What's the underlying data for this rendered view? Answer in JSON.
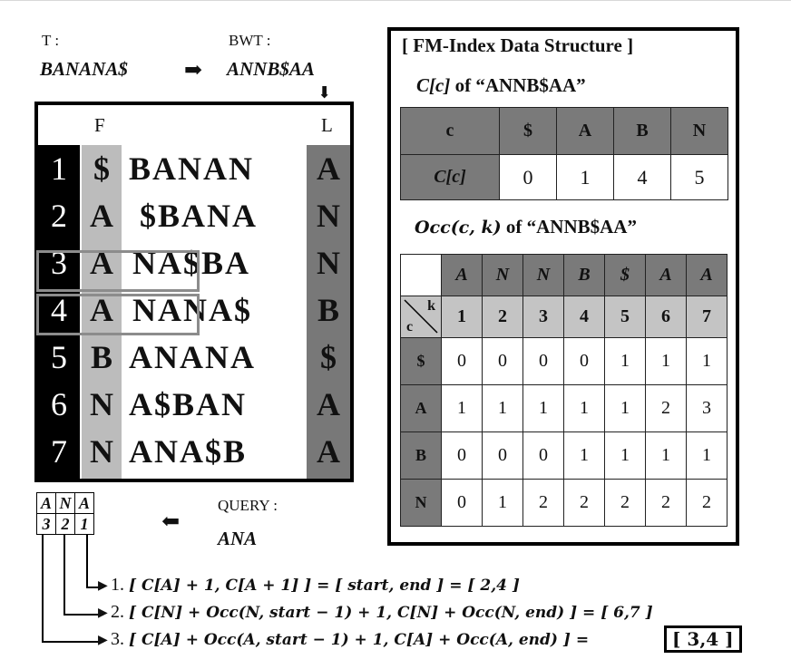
{
  "header": {
    "t_label": "T :",
    "t_value": "BANANA$",
    "bwt_label": "BWT :",
    "bwt_value": "ANNB$AA"
  },
  "matrix": {
    "col_f": "F",
    "col_l": "L",
    "rows": [
      {
        "idx": "1",
        "f": "$",
        "mid": "BANAN",
        "l": "A"
      },
      {
        "idx": "2",
        "f": "A",
        "mid": "$BANA",
        "l": "N"
      },
      {
        "idx": "3",
        "f": "A",
        "mid": "NA$BA",
        "l": "N"
      },
      {
        "idx": "4",
        "f": "A",
        "mid": "NANA$",
        "l": "B"
      },
      {
        "idx": "5",
        "f": "B",
        "mid": "ANANA",
        "l": "$"
      },
      {
        "idx": "6",
        "f": "N",
        "mid": "A$BAN",
        "l": "A"
      },
      {
        "idx": "7",
        "f": "N",
        "mid": "ANA$B",
        "l": "A"
      }
    ]
  },
  "query": {
    "label": "QUERY :",
    "value": "ANA",
    "chars": [
      "A",
      "N",
      "A"
    ],
    "steps": [
      "3",
      "2",
      "1"
    ]
  },
  "fm_index": {
    "title": "[ FM-Index Data Structure ]",
    "c_title_pre": "C[c]",
    "c_title_post": " of “ANNB$AA”",
    "c_table": {
      "header_label": "c",
      "symbols": [
        "$",
        "A",
        "B",
        "N"
      ],
      "row_label": "C[c]",
      "values": [
        "0",
        "1",
        "4",
        "5"
      ]
    },
    "occ_title_pre": "Occ(c, k)",
    "occ_title_post": " of “ANNB$AA”",
    "occ_table": {
      "bwt_chars": [
        "A",
        "N",
        "N",
        "B",
        "$",
        "A",
        "A"
      ],
      "corner_c": "c",
      "corner_k": "k",
      "k_values": [
        "1",
        "2",
        "3",
        "4",
        "5",
        "6",
        "7"
      ],
      "rows": [
        {
          "c": "$",
          "values": [
            "0",
            "0",
            "0",
            "0",
            "1",
            "1",
            "1"
          ]
        },
        {
          "c": "A",
          "values": [
            "1",
            "1",
            "1",
            "1",
            "1",
            "2",
            "3"
          ]
        },
        {
          "c": "B",
          "values": [
            "0",
            "0",
            "0",
            "1",
            "1",
            "1",
            "1"
          ]
        },
        {
          "c": "N",
          "values": [
            "0",
            "1",
            "2",
            "2",
            "2",
            "2",
            "2"
          ]
        }
      ]
    }
  },
  "formulas": {
    "f1_num": "1.",
    "f1": "[ C[A] + 1, C[A + 1] ] = [ start, end ] = [ 2,4 ]",
    "f2_num": "2.",
    "f2": "[ C[N] + Occ(N, start − 1) + 1, C[N] + Occ(N, end) ] = [ 6,7 ]",
    "f3_num": "3.",
    "f3": "[ C[A] + Occ(A, start − 1) + 1, C[A] + Occ(A, end) ] =",
    "f3_result": "[ 3,4 ]"
  }
}
